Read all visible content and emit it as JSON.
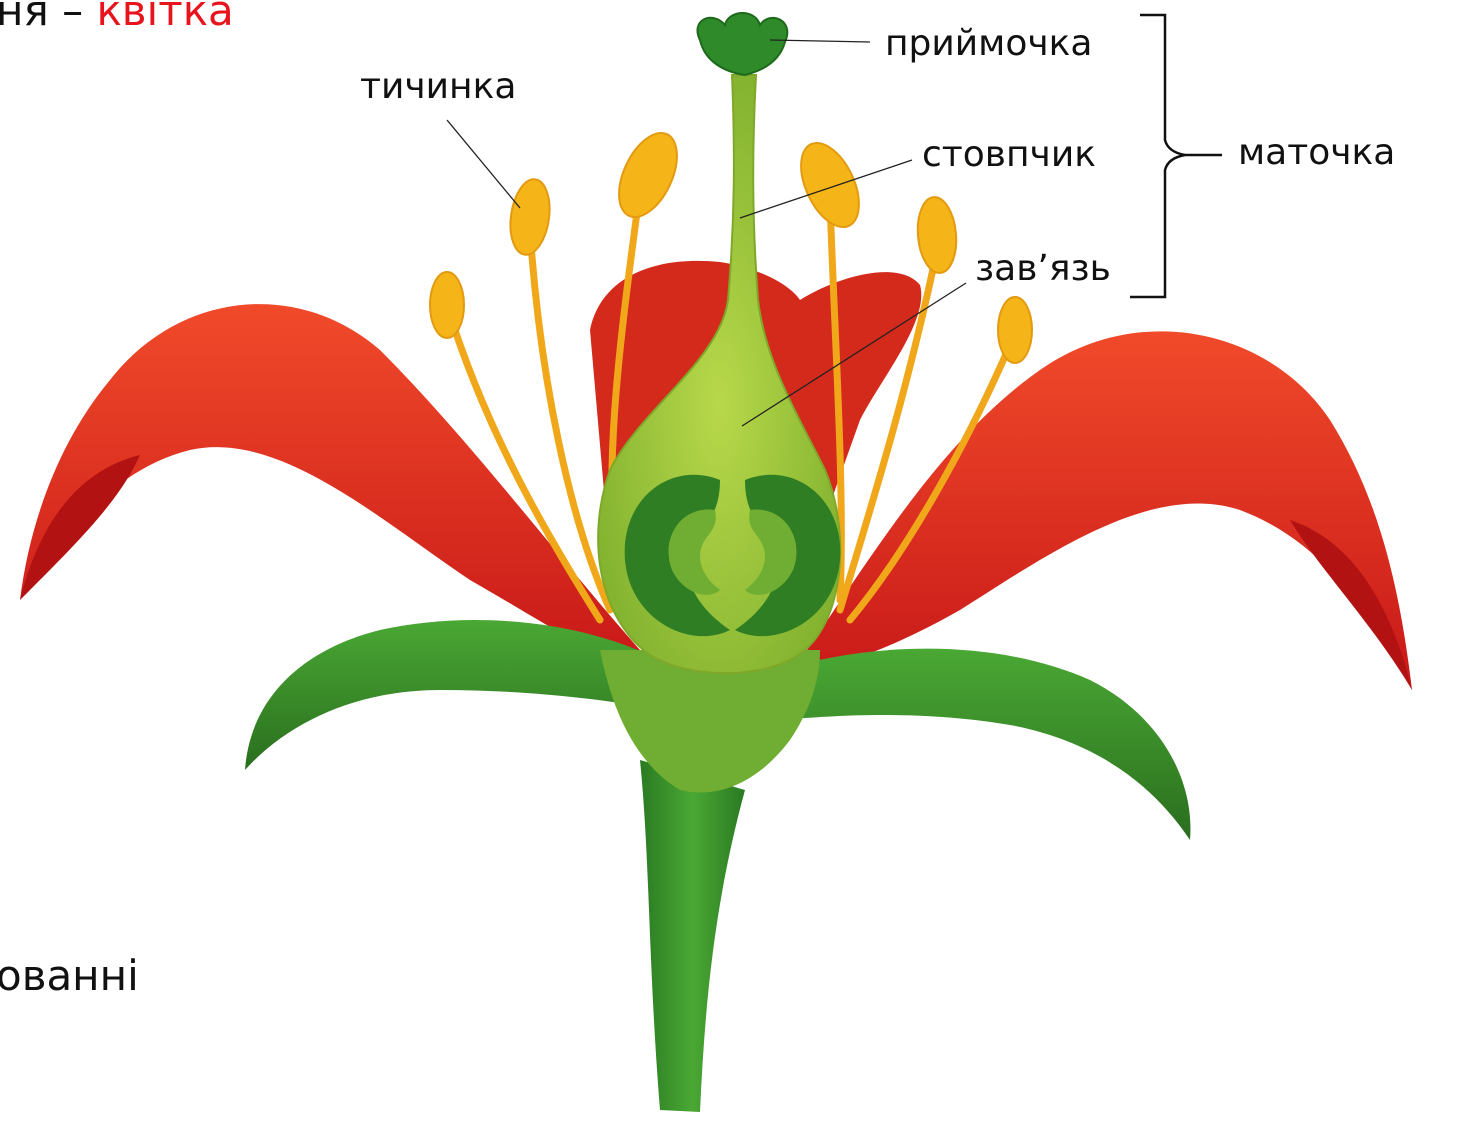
{
  "slide": {
    "top_text_dark": "ня – ",
    "top_text_accent": "квітка",
    "bottom_text": "ованні",
    "accent_color": "#e8141c"
  },
  "labels": {
    "stamen": "тичинка",
    "stigma": "приймочка",
    "style": "стовпчик",
    "ovary": "зав’язь",
    "pistil": "маточка"
  },
  "colors": {
    "petal": "#e8321e",
    "petal_dark": "#b81414",
    "sepal": "#3f9a2e",
    "sepal_dark": "#2a6e1e",
    "ovary": "#9cc63a",
    "ovary_inner": "#3a8a2a",
    "anther": "#f5b417",
    "filament": "#f0a81a",
    "stigma": "#2f8a2a"
  }
}
